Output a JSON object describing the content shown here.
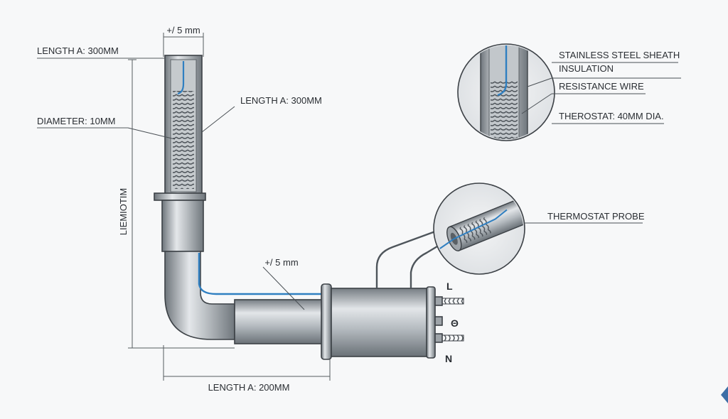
{
  "labels": {
    "tolerance_top": "+/ 5 mm",
    "length_a_top": "LENGTH A: 300MM",
    "length_a_tube": "LENGTH A: 300MM",
    "diameter": "DIAMETER: 10MM",
    "vertical_dim": "LIEMIOTIM",
    "tolerance_mid": "+/ 5 mm",
    "length_a_bottom": "LENGTH A: 200MM"
  },
  "detail_callouts": {
    "sheath": "STAINLESS STEEL SHEATH",
    "insulation": "INSULATION",
    "resistance_wire": "RESISTANCE WIRE",
    "thermostat": "THEROSTAT: 40MM DIA."
  },
  "probe_callout": "THERMOSTAT PROBE",
  "terminals": {
    "live": "L",
    "ground": "Θ",
    "neutral": "N"
  },
  "colors": {
    "steel_light": "#d9dde0",
    "steel_mid": "#a9afb4",
    "steel_dark": "#6e757b",
    "wire": "#2f7fc1",
    "line": "#3c4146"
  }
}
